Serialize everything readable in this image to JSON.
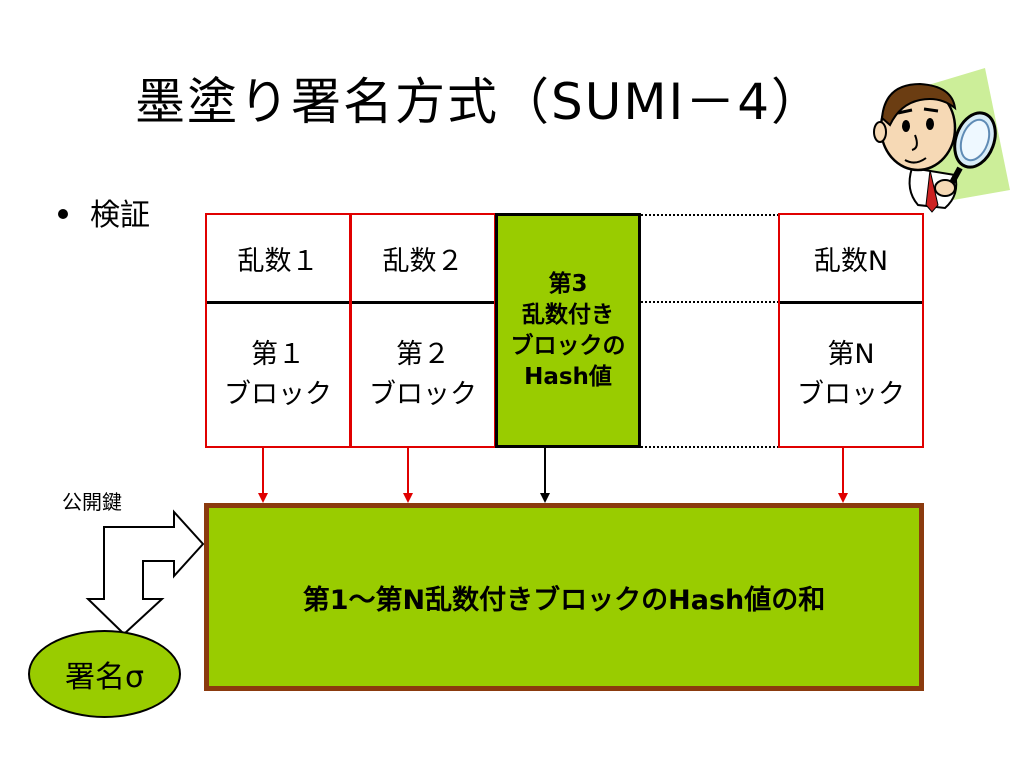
{
  "slide": {
    "title": "墨塗り署名方式（SUMI－4）",
    "bullet": "検証"
  },
  "columns": [
    {
      "rand": "乱数１",
      "block_line1": "第１",
      "block_line2": "ブロック"
    },
    {
      "rand": "乱数２",
      "block_line1": "第２",
      "block_line2": "ブロック"
    },
    {
      "rand": "乱数N",
      "block_line1": "第N",
      "block_line2": "ブロック"
    }
  ],
  "green_column": {
    "line1": "第3",
    "line2": "乱数付き",
    "line3": "ブロックの",
    "line4": "Hash値"
  },
  "sum_box": {
    "text": "第1～第N乱数付きブロックのHash値の和"
  },
  "public_key": {
    "label": "公開鍵"
  },
  "signature": {
    "label": "署名σ"
  },
  "colors": {
    "green": "#99cc00",
    "red_border": "#e00000",
    "brown_border": "#8b3a0e"
  },
  "icons": {
    "character": "man-with-magnifier-icon"
  }
}
